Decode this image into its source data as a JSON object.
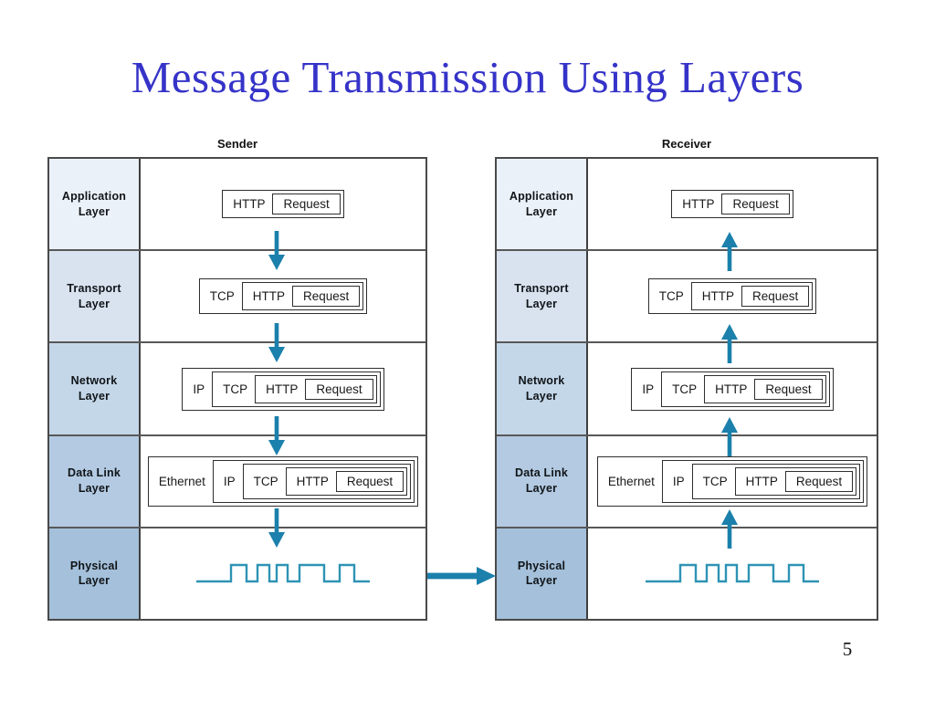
{
  "title": "Message Transmission Using Layers",
  "page_number": "5",
  "columns": {
    "sender_label": "Sender",
    "receiver_label": "Receiver"
  },
  "layers": [
    {
      "name": "Application Layer",
      "stack": [
        "HTTP",
        "Request"
      ]
    },
    {
      "name": "Transport Layer",
      "stack": [
        "TCP",
        "HTTP",
        "Request"
      ]
    },
    {
      "name": "Network Layer",
      "stack": [
        "IP",
        "TCP",
        "HTTP",
        "Request"
      ]
    },
    {
      "name": "Data Link Layer",
      "stack": [
        "Ethernet",
        "IP",
        "TCP",
        "HTTP",
        "Request"
      ]
    },
    {
      "name": "Physical Layer",
      "stack": [],
      "content": "digital-signal-waveform"
    }
  ],
  "colors": {
    "title": "#3533c8",
    "arrow": "#1b80ab",
    "signal": "#2e93b4",
    "layer_fills": [
      "#ebf1f8",
      "#d9e3ef",
      "#c4d7e9",
      "#b3cae2",
      "#a4c0da"
    ]
  }
}
